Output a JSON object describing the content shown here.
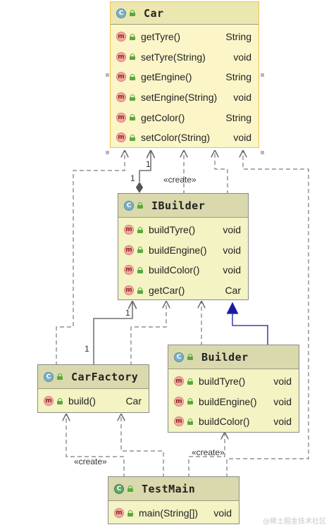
{
  "diagram": {
    "classes": {
      "car": {
        "icon": "C",
        "name": "Car",
        "methods": [
          {
            "name": "getTyre()",
            "type": "String"
          },
          {
            "name": "setTyre(String)",
            "type": "void"
          },
          {
            "name": "getEngine()",
            "type": "String"
          },
          {
            "name": "setEngine(String)",
            "type": "void"
          },
          {
            "name": "getColor()",
            "type": "String"
          },
          {
            "name": "setColor(String)",
            "type": "void"
          }
        ]
      },
      "ibuilder": {
        "icon": "C",
        "name": "IBuilder",
        "methods": [
          {
            "name": "buildTyre()",
            "type": "void"
          },
          {
            "name": "buildEngine()",
            "type": "void"
          },
          {
            "name": "buildColor()",
            "type": "void"
          },
          {
            "name": "getCar()",
            "type": "Car"
          }
        ]
      },
      "builder": {
        "icon": "C",
        "name": "Builder",
        "methods": [
          {
            "name": "buildTyre()",
            "type": "void"
          },
          {
            "name": "buildEngine()",
            "type": "void"
          },
          {
            "name": "buildColor()",
            "type": "void"
          }
        ]
      },
      "carfactory": {
        "icon": "C",
        "name": "CarFactory",
        "methods": [
          {
            "name": "build()",
            "type": "Car"
          }
        ]
      },
      "testmain": {
        "icon": "C",
        "name": "TestMain",
        "methods": [
          {
            "name": "main(String[])",
            "type": "void"
          }
        ]
      }
    },
    "method_icon": "m",
    "labels": {
      "create_ibuilder_car": "«create»",
      "create_testmain_carfactory": "«create»",
      "create_testmain_builder": "«create»",
      "mult_ibuilder_car_top": "1",
      "mult_ibuilder_car_bottom": "1",
      "mult_carfactory_ibuilder_top": "1",
      "mult_carfactory_ibuilder_bottom": "1"
    },
    "colors": {
      "dependency_line": "#7a7a7a",
      "inheritance_line": "#1a1aa0",
      "aggregation_line": "#555555"
    }
  },
  "watermark": "@稀土掘金技术社区"
}
